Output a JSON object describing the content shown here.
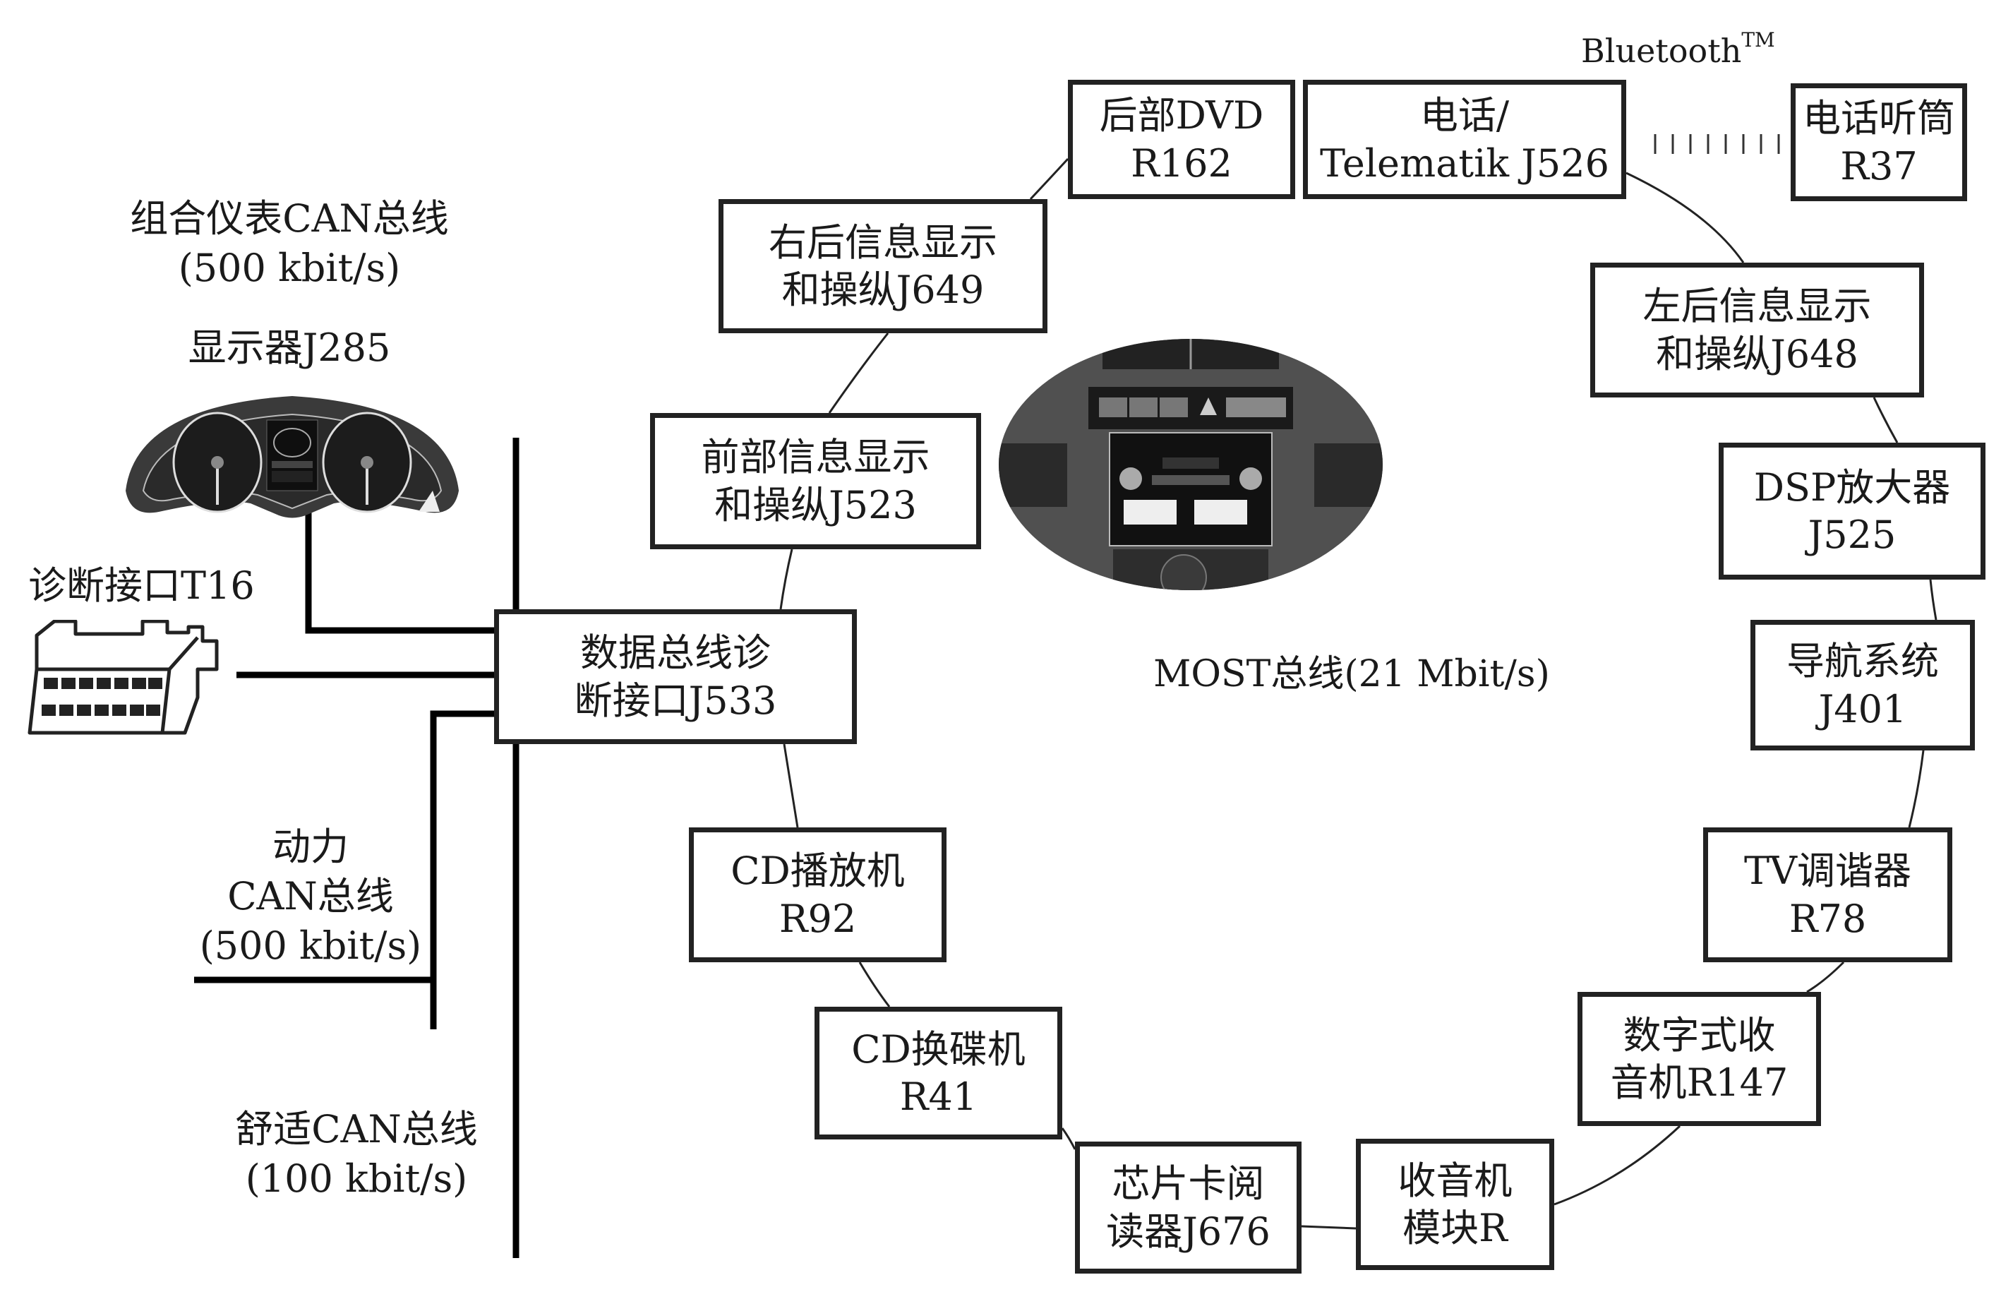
{
  "diagram": {
    "title": "Vehicle bus network (CAN / MOST)",
    "left_side": {
      "cluster_bus": {
        "line1": "组合仪表CAN总线",
        "line2": "(500  kbit/s)"
      },
      "cluster_display": {
        "label": "显示器J285"
      },
      "diagnostic_connector": {
        "label": "诊断接口T16"
      },
      "powertrain_bus": {
        "line1": "动力",
        "line2": "CAN总线",
        "line3": "(500  kbit/s)"
      },
      "comfort_bus": {
        "line1": "舒适CAN总线",
        "line2": "(100  kbit/s)"
      },
      "gateway": {
        "line1": "数据总线诊",
        "line2": "断接口J533"
      }
    },
    "most_ring": {
      "label": "MOST总线(21  Mbit/s)",
      "bluetooth": {
        "text": "Bluetooth",
        "sup": "TM"
      },
      "nodes": [
        {
          "id": "j649",
          "line1": "右后信息显示",
          "line2": "和操纵J649"
        },
        {
          "id": "r162",
          "line1": "后部DVD",
          "line2": "R162"
        },
        {
          "id": "j526",
          "line1": "电话/",
          "line2": "Telematik  J526"
        },
        {
          "id": "r37",
          "line1": "电话听筒",
          "line2": "R37"
        },
        {
          "id": "j648",
          "line1": "左后信息显示",
          "line2": "和操纵J648"
        },
        {
          "id": "j525",
          "line1": "DSP放大器",
          "line2": "J525"
        },
        {
          "id": "j401",
          "line1": "导航系统",
          "line2": "J401"
        },
        {
          "id": "r78",
          "line1": "TV调谐器",
          "line2": "R78"
        },
        {
          "id": "r147",
          "line1": "数字式收",
          "line2": "音机R147"
        },
        {
          "id": "radio",
          "line1": "收音机",
          "line2": "模块R"
        },
        {
          "id": "j676",
          "line1": "芯片卡阅",
          "line2": "读器J676"
        },
        {
          "id": "r41",
          "line1": "CD换碟机",
          "line2": "R41"
        },
        {
          "id": "r92",
          "line1": "CD播放机",
          "line2": "R92"
        },
        {
          "id": "j523",
          "line1": "前部信息显示",
          "line2": "和操纵J523"
        }
      ]
    },
    "images": {
      "cluster_photo": "instrument-cluster-photo",
      "console_photo": "center-console-photo",
      "connector_drawing": "obd-connector-drawing"
    }
  }
}
